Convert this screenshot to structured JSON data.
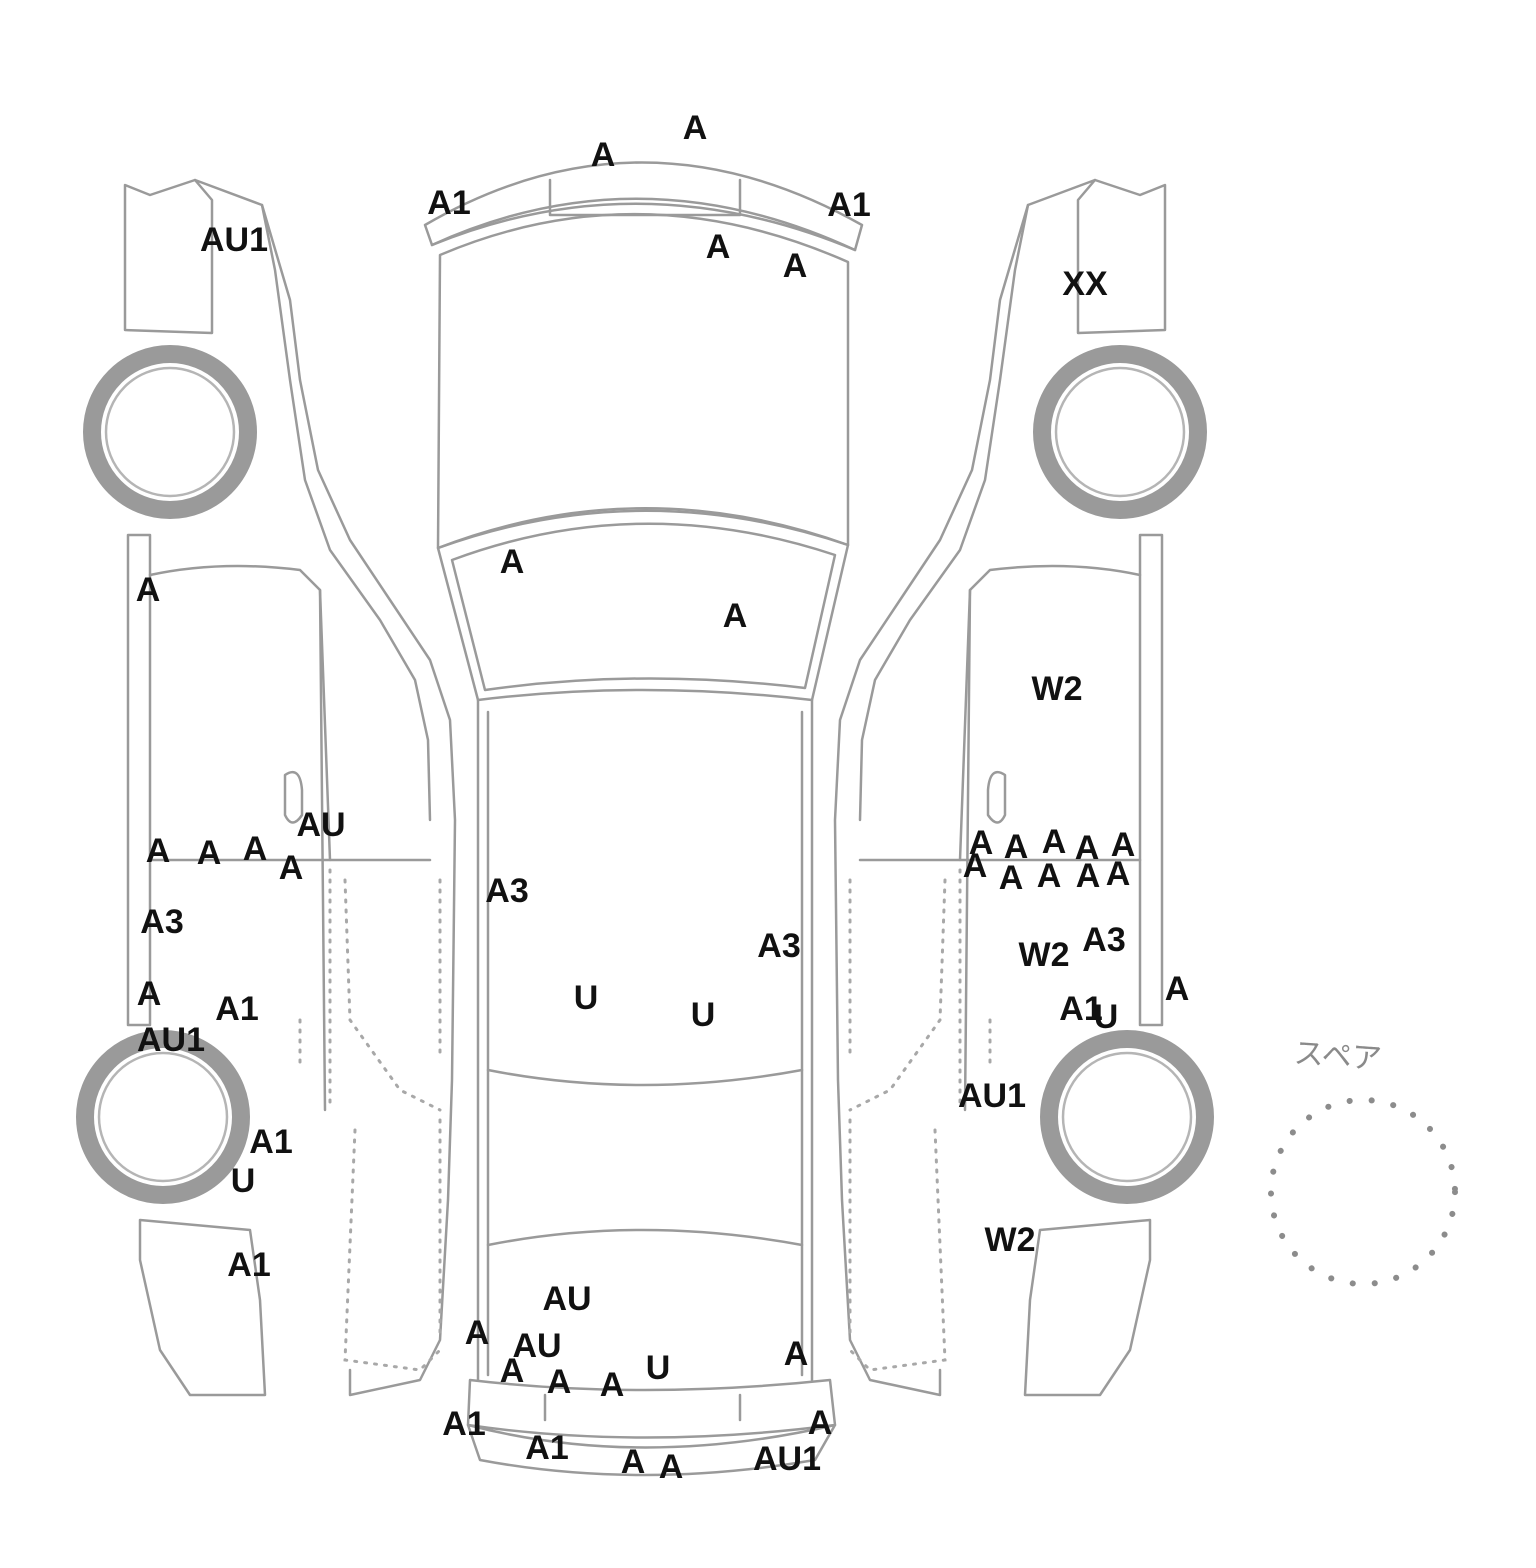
{
  "spare_label": "スペア",
  "marks": {
    "top_a1": "A",
    "top_a2": "A",
    "top_l_a1": "A1",
    "top_r_a1": "A1",
    "top_a3": "A",
    "top_a4": "A",
    "left_au1_front": "AU1",
    "right_xx": "XX",
    "ws_a1": "A",
    "ws_a2": "A",
    "left_a_pillar": "A",
    "right_w2_door": "W2",
    "left_au": "AU",
    "left_a_1": "A",
    "left_a_2": "A",
    "left_a_3": "A",
    "left_a_4": "A",
    "left_a3": "A3",
    "left_a_sill": "A",
    "left_a1_sill": "A1",
    "left_au1_rear": "AU1",
    "left_a1_wheel": "A1",
    "left_u_wheel": "U",
    "left_a1_rear": "A1",
    "roof_a3_left": "A3",
    "roof_a3_right": "A3",
    "roof_u1": "U",
    "roof_u2": "U",
    "right_a_1": "A",
    "right_a_2": "A",
    "right_a_3": "A",
    "right_a_4": "A",
    "right_a_5": "A",
    "right_a_6": "A",
    "right_a_7": "A",
    "right_a_8": "A",
    "right_a_9": "A",
    "right_a_10": "A",
    "right_w2_mid": "W2",
    "right_a3": "A3",
    "right_a_pillar": "A",
    "right_a1_sill": "A1",
    "right_u_sill": "U",
    "right_au1_rear": "AU1",
    "right_w2_rear": "W2",
    "trunk_au1": "AU",
    "trunk_au2": "AU",
    "trunk_a_left": "A",
    "trunk_a_1": "A",
    "trunk_a_2": "A",
    "trunk_a_3": "A",
    "trunk_u": "U",
    "trunk_a_right": "A",
    "rear_a1_left": "A1",
    "rear_a1_mid": "A1",
    "rear_a_1": "A",
    "rear_a_2": "A",
    "rear_au1": "AU1",
    "rear_a_right": "A"
  }
}
